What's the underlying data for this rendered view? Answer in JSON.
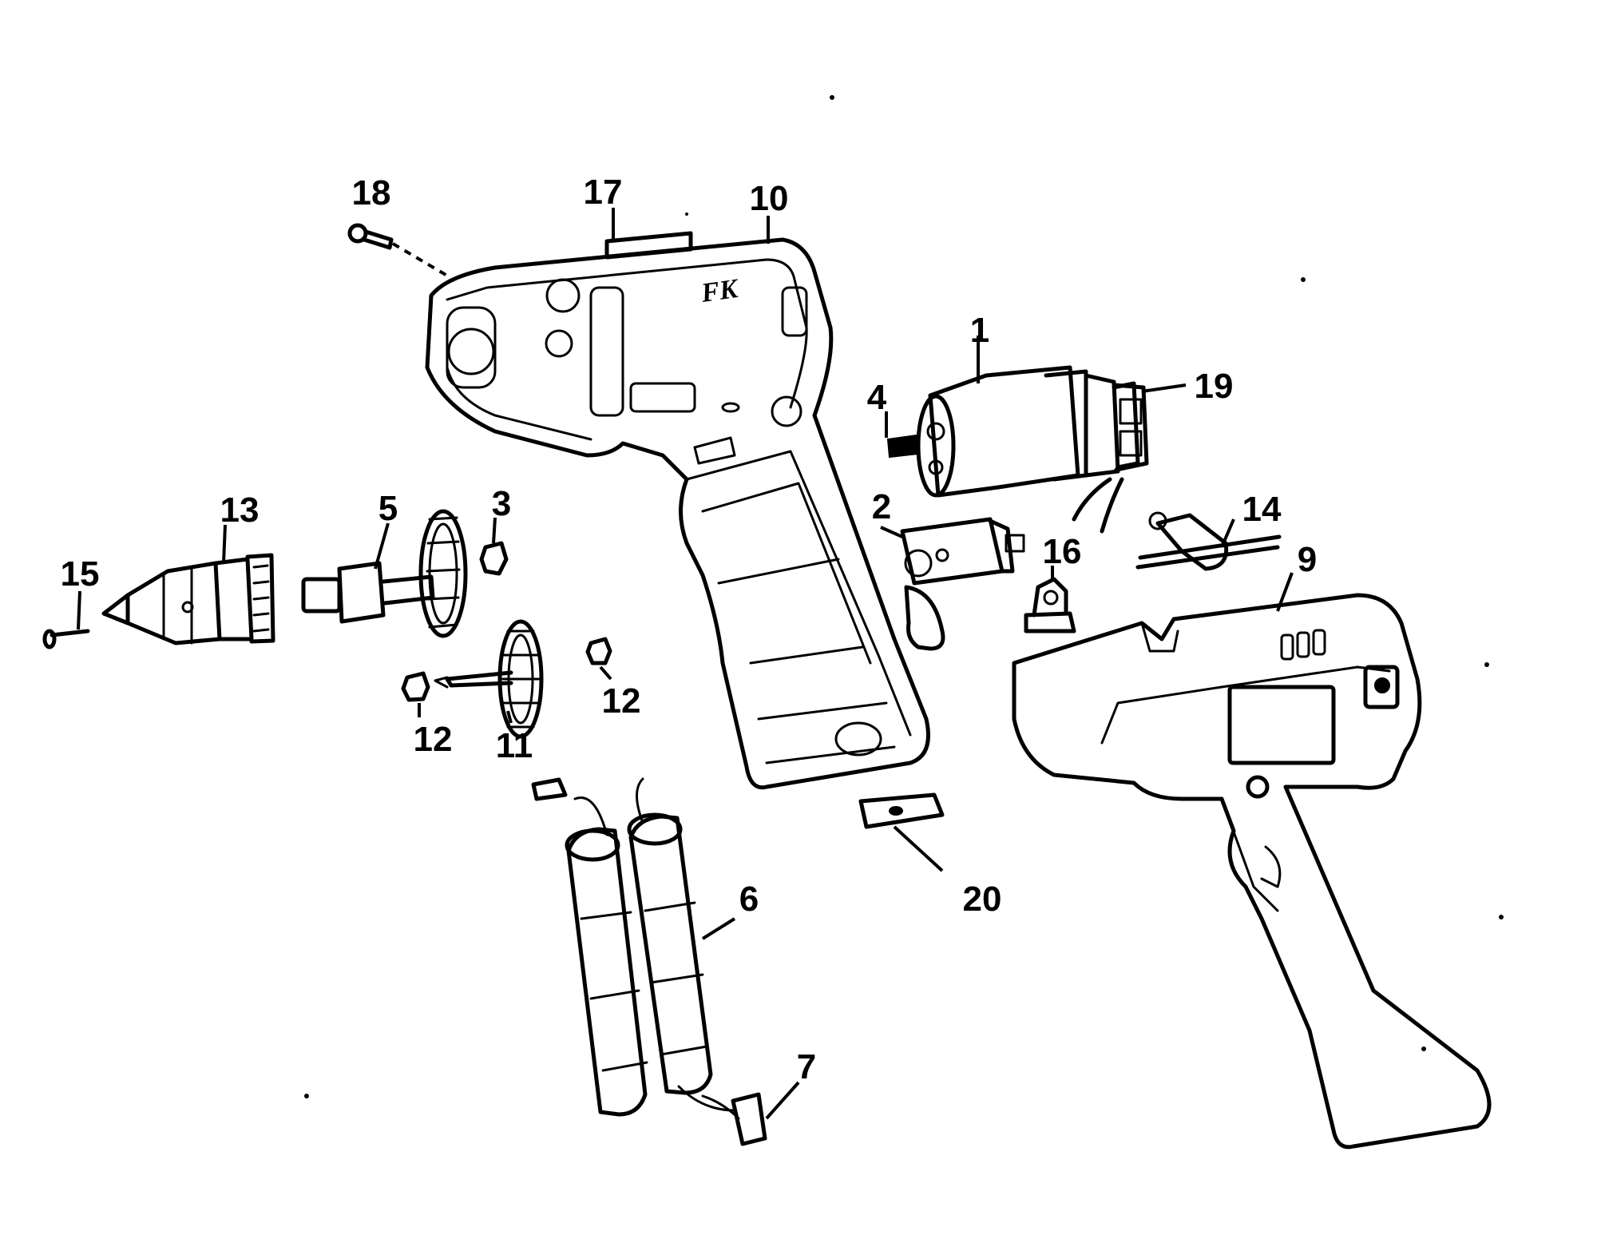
{
  "callouts": [
    {
      "id": "1",
      "label": "1"
    },
    {
      "id": "2",
      "label": "2"
    },
    {
      "id": "3",
      "label": "3"
    },
    {
      "id": "4",
      "label": "4"
    },
    {
      "id": "5",
      "label": "5"
    },
    {
      "id": "6",
      "label": "6"
    },
    {
      "id": "7",
      "label": "7"
    },
    {
      "id": "9",
      "label": "9"
    },
    {
      "id": "10",
      "label": "10"
    },
    {
      "id": "11",
      "label": "11"
    },
    {
      "id": "12a",
      "label": "12"
    },
    {
      "id": "12b",
      "label": "12"
    },
    {
      "id": "13",
      "label": "13"
    },
    {
      "id": "14",
      "label": "14"
    },
    {
      "id": "15",
      "label": "15"
    },
    {
      "id": "16",
      "label": "16"
    },
    {
      "id": "17",
      "label": "17"
    },
    {
      "id": "18",
      "label": "18"
    },
    {
      "id": "19",
      "label": "19"
    },
    {
      "id": "20",
      "label": "20"
    }
  ],
  "housing_logo_text": "FK",
  "colors": {
    "ink": "#000000",
    "paper": "#ffffff"
  }
}
